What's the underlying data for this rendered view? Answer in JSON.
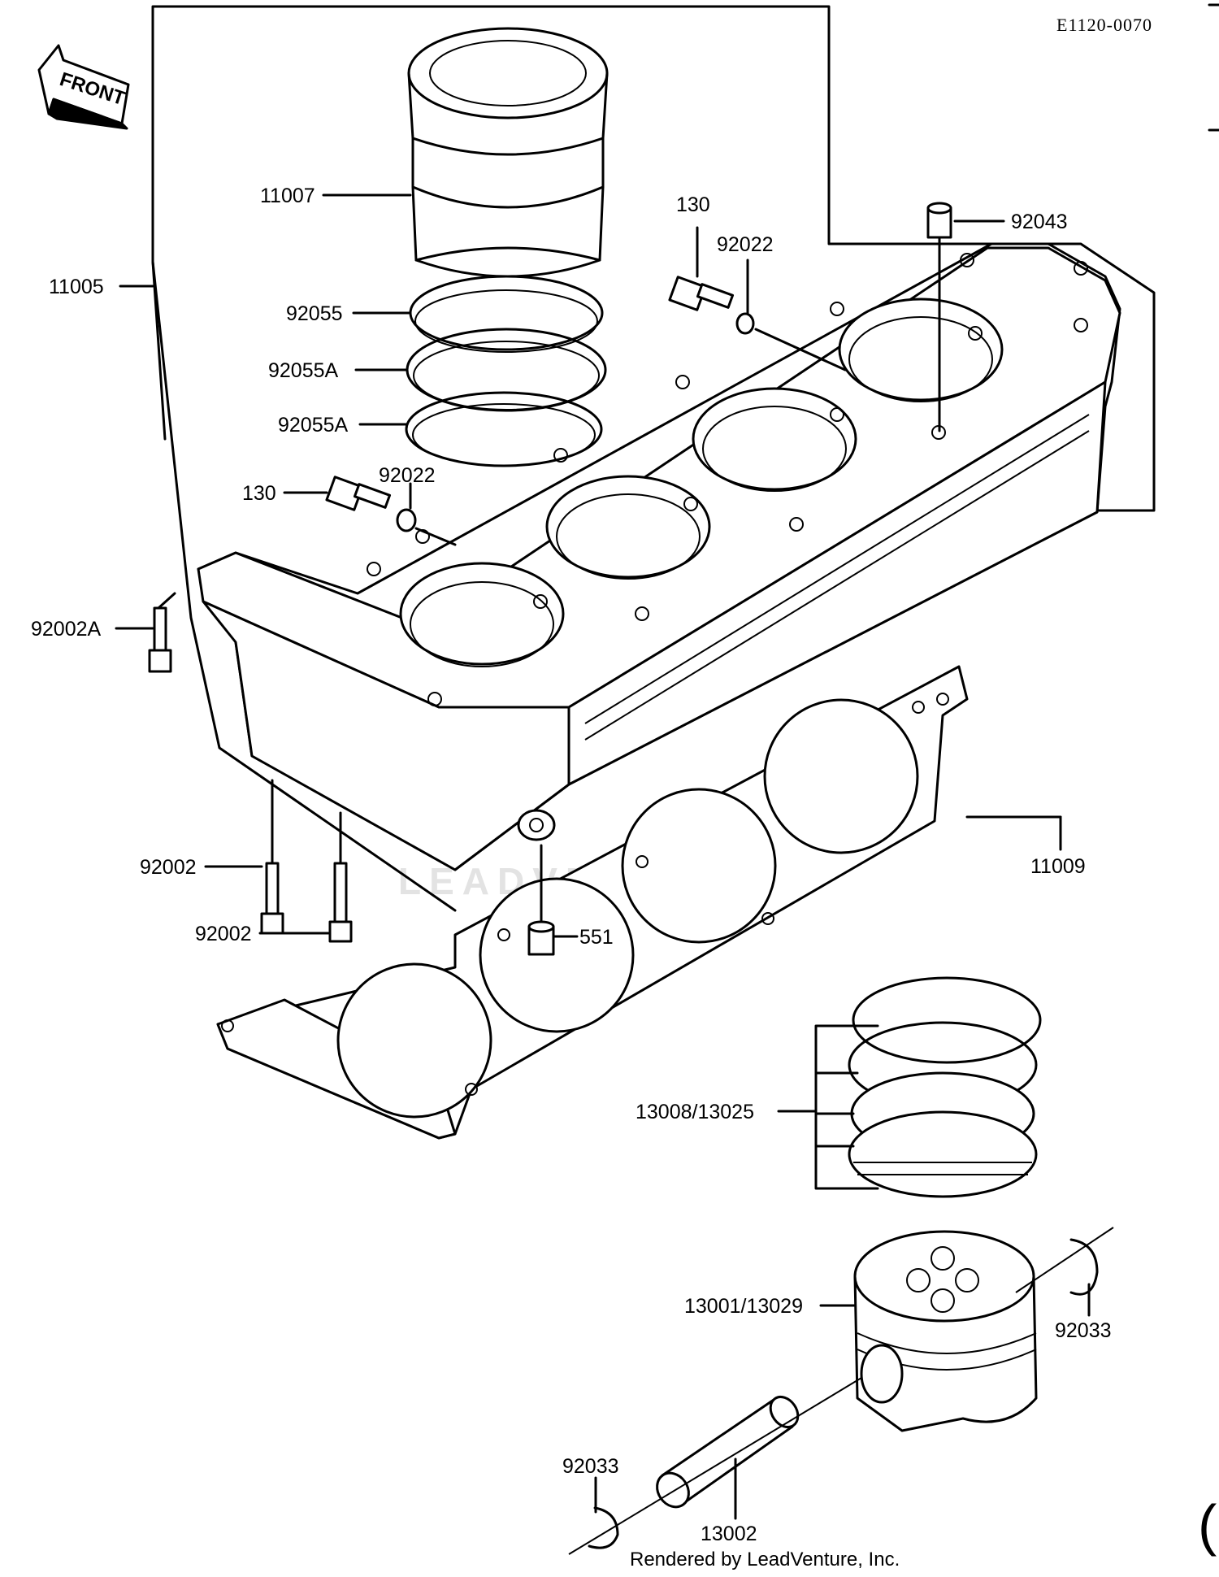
{
  "diagram_code": "E1120-0070",
  "front_label": "FRONT",
  "footer": "Rendered by LeadVenture, Inc.",
  "watermark": "LEADVENTURE",
  "corner_mark": "(",
  "callouts": {
    "c11007": "11007",
    "c11005": "11005",
    "c92055": "92055",
    "c92055a_1": "92055A",
    "c92055a_2": "92055A",
    "c130_top": "130",
    "c92022_top": "92022",
    "c92043": "92043",
    "c130_mid": "130",
    "c92022_mid": "92022",
    "c92002a": "92002A",
    "c92002_1": "92002",
    "c92002_2": "92002",
    "c551": "551",
    "c11009": "11009",
    "c13008": "13008/13025",
    "c13001": "13001/13029",
    "c92033_r": "92033",
    "c92033_l": "92033",
    "c13002": "13002"
  }
}
